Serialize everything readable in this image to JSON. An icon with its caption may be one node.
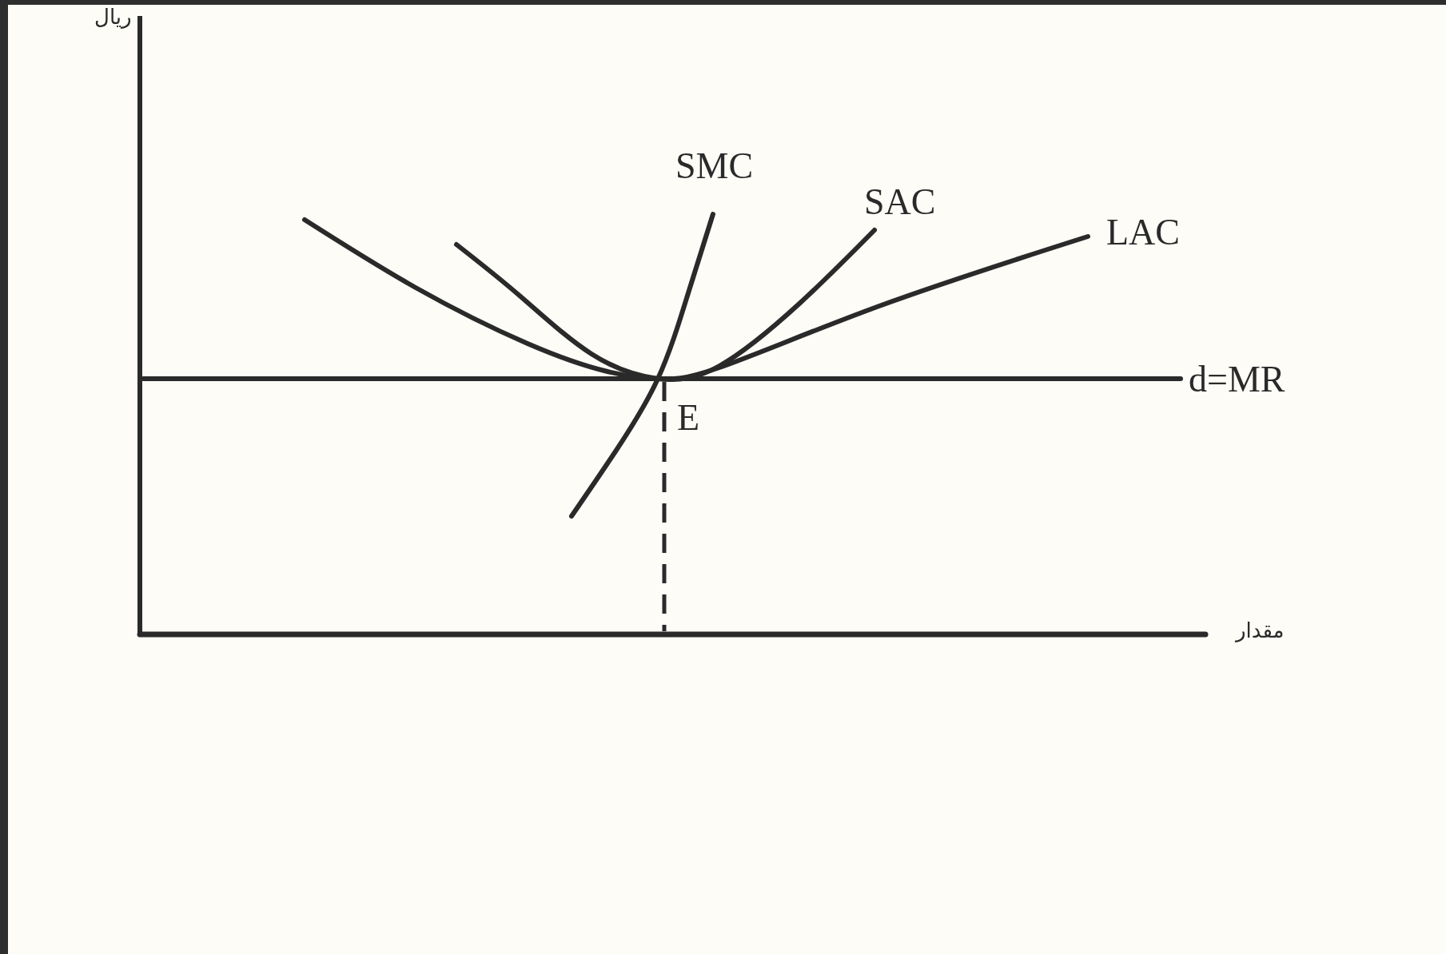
{
  "diagram": {
    "labels": [
      "ریال",
      "SMC",
      "SAC",
      "LAC",
      "d=MR",
      "E",
      "مقدار"
    ]
  }
}
